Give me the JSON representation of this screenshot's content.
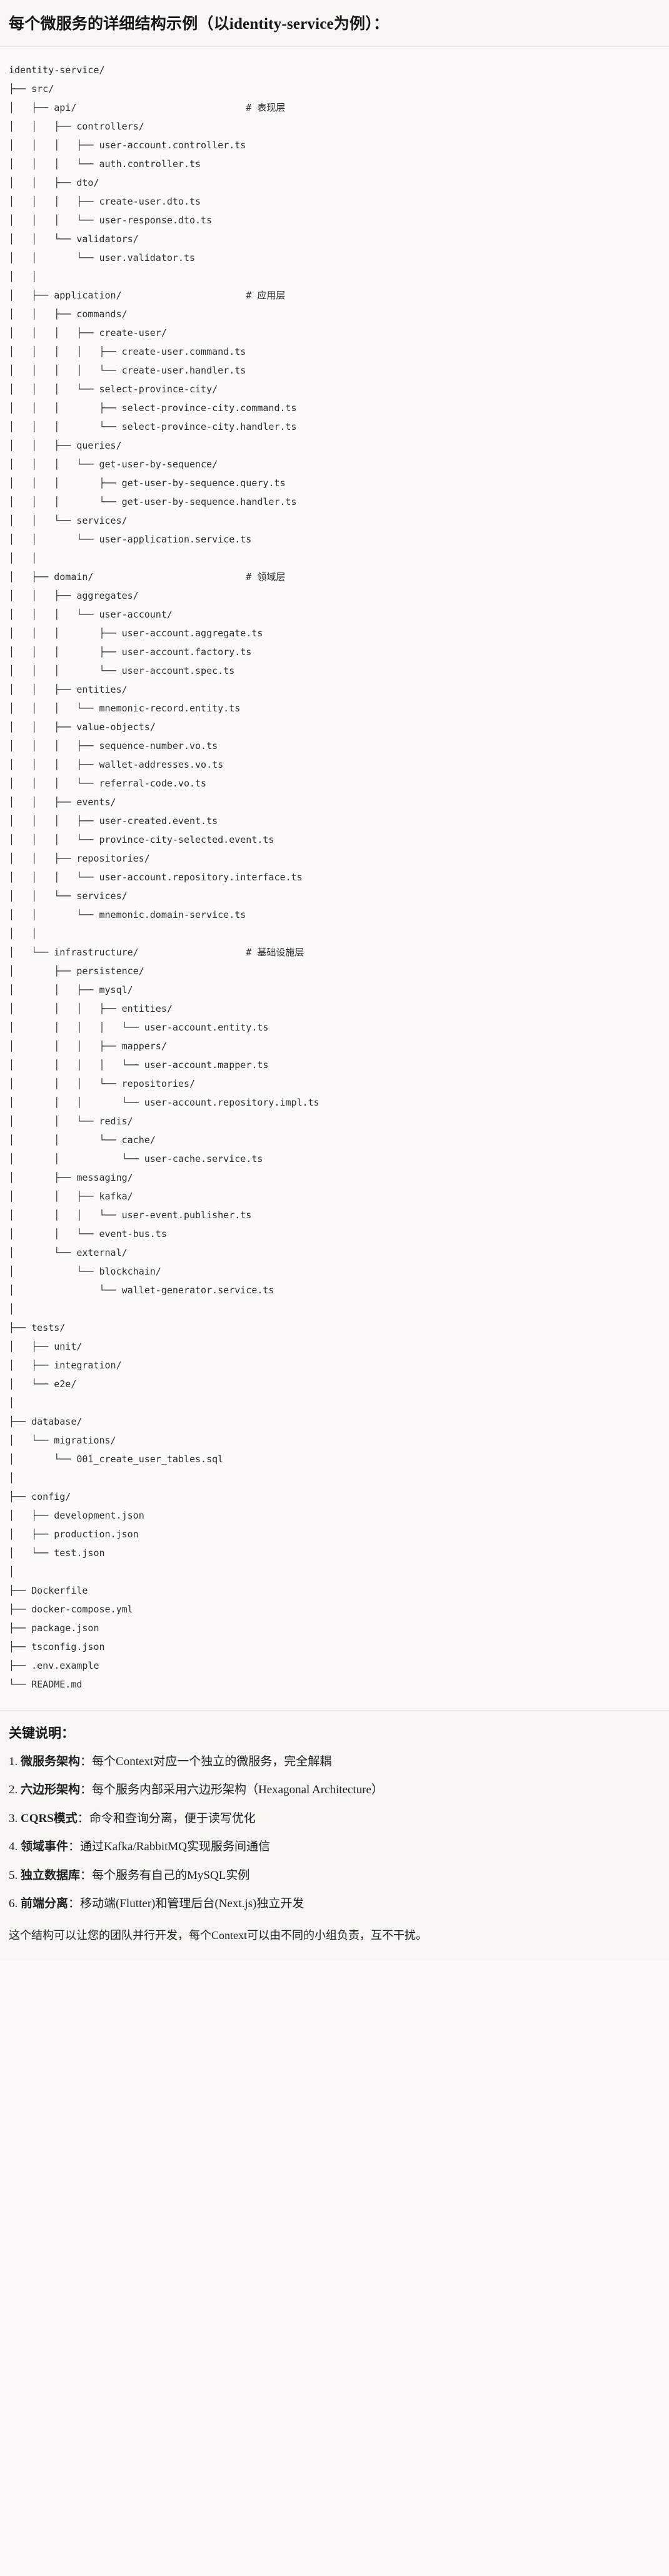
{
  "header": {
    "title": "每个微服务的详细结构示例（以identity-service为例）："
  },
  "tree": {
    "root": "identity-service/",
    "lines": [
      "identity-service/",
      "├── src/",
      "│   ├── api/                              # 表现层",
      "│   │   ├── controllers/",
      "│   │   │   ├── user-account.controller.ts",
      "│   │   │   └── auth.controller.ts",
      "│   │   ├── dto/",
      "│   │   │   ├── create-user.dto.ts",
      "│   │   │   └── user-response.dto.ts",
      "│   │   └── validators/",
      "│   │       └── user.validator.ts",
      "│   │",
      "│   ├── application/                      # 应用层",
      "│   │   ├── commands/",
      "│   │   │   ├── create-user/",
      "│   │   │   │   ├── create-user.command.ts",
      "│   │   │   │   └── create-user.handler.ts",
      "│   │   │   └── select-province-city/",
      "│   │   │       ├── select-province-city.command.ts",
      "│   │   │       └── select-province-city.handler.ts",
      "│   │   ├── queries/",
      "│   │   │   └── get-user-by-sequence/",
      "│   │   │       ├── get-user-by-sequence.query.ts",
      "│   │   │       └── get-user-by-sequence.handler.ts",
      "│   │   └── services/",
      "│   │       └── user-application.service.ts",
      "│   │",
      "│   ├── domain/                           # 领域层",
      "│   │   ├── aggregates/",
      "│   │   │   └── user-account/",
      "│   │   │       ├── user-account.aggregate.ts",
      "│   │   │       ├── user-account.factory.ts",
      "│   │   │       └── user-account.spec.ts",
      "│   │   ├── entities/",
      "│   │   │   └── mnemonic-record.entity.ts",
      "│   │   ├── value-objects/",
      "│   │   │   ├── sequence-number.vo.ts",
      "│   │   │   ├── wallet-addresses.vo.ts",
      "│   │   │   └── referral-code.vo.ts",
      "│   │   ├── events/",
      "│   │   │   ├── user-created.event.ts",
      "│   │   │   └── province-city-selected.event.ts",
      "│   │   ├── repositories/",
      "│   │   │   └── user-account.repository.interface.ts",
      "│   │   └── services/",
      "│   │       └── mnemonic.domain-service.ts",
      "│   │",
      "│   └── infrastructure/                   # 基础设施层",
      "│       ├── persistence/",
      "│       │   ├── mysql/",
      "│       │   │   ├── entities/",
      "│       │   │   │   └── user-account.entity.ts",
      "│       │   │   ├── mappers/",
      "│       │   │   │   └── user-account.mapper.ts",
      "│       │   │   └── repositories/",
      "│       │   │       └── user-account.repository.impl.ts",
      "│       │   └── redis/",
      "│       │       └── cache/",
      "│       │           └── user-cache.service.ts",
      "│       ├── messaging/",
      "│       │   ├── kafka/",
      "│       │   │   └── user-event.publisher.ts",
      "│       │   └── event-bus.ts",
      "│       └── external/",
      "│           └── blockchain/",
      "│               └── wallet-generator.service.ts",
      "│",
      "├── tests/",
      "│   ├── unit/",
      "│   ├── integration/",
      "│   └── e2e/",
      "│",
      "├── database/",
      "│   └── migrations/",
      "│       └── 001_create_user_tables.sql",
      "│",
      "├── config/",
      "│   ├── development.json",
      "│   ├── production.json",
      "│   └── test.json",
      "│",
      "├── Dockerfile",
      "├── docker-compose.yml",
      "├── package.json",
      "├── tsconfig.json",
      "├── .env.example",
      "└── README.md"
    ]
  },
  "notes": {
    "title": "关键说明：",
    "items": [
      {
        "index": "1.",
        "term": "微服务架构",
        "sep": "：",
        "desc": "每个Context对应一个独立的微服务，完全解耦"
      },
      {
        "index": "2.",
        "term": "六边形架构",
        "sep": "：",
        "desc": "每个服务内部采用六边形架构（Hexagonal Architecture）"
      },
      {
        "index": "3.",
        "term": "CQRS模式",
        "sep": "：",
        "desc": "命令和查询分离，便于读写优化"
      },
      {
        "index": "4.",
        "term": "领域事件",
        "sep": "：",
        "desc": "通过Kafka/RabbitMQ实现服务间通信"
      },
      {
        "index": "5.",
        "term": "独立数据库",
        "sep": "：",
        "desc": "每个服务有自己的MySQL实例"
      },
      {
        "index": "6.",
        "term": "前端分离",
        "sep": "：",
        "desc": "移动端(Flutter)和管理后台(Next.js)独立开发"
      }
    ],
    "footer": "这个结构可以让您的团队并行开发，每个Context可以由不同的小组负责，互不干扰。"
  },
  "colors": {
    "page_background": "#fbfaf8",
    "band_background": "#f7f6f2",
    "divider": "#e6e4df",
    "code_text": "#2b2d31",
    "title_text": "#16171a"
  }
}
